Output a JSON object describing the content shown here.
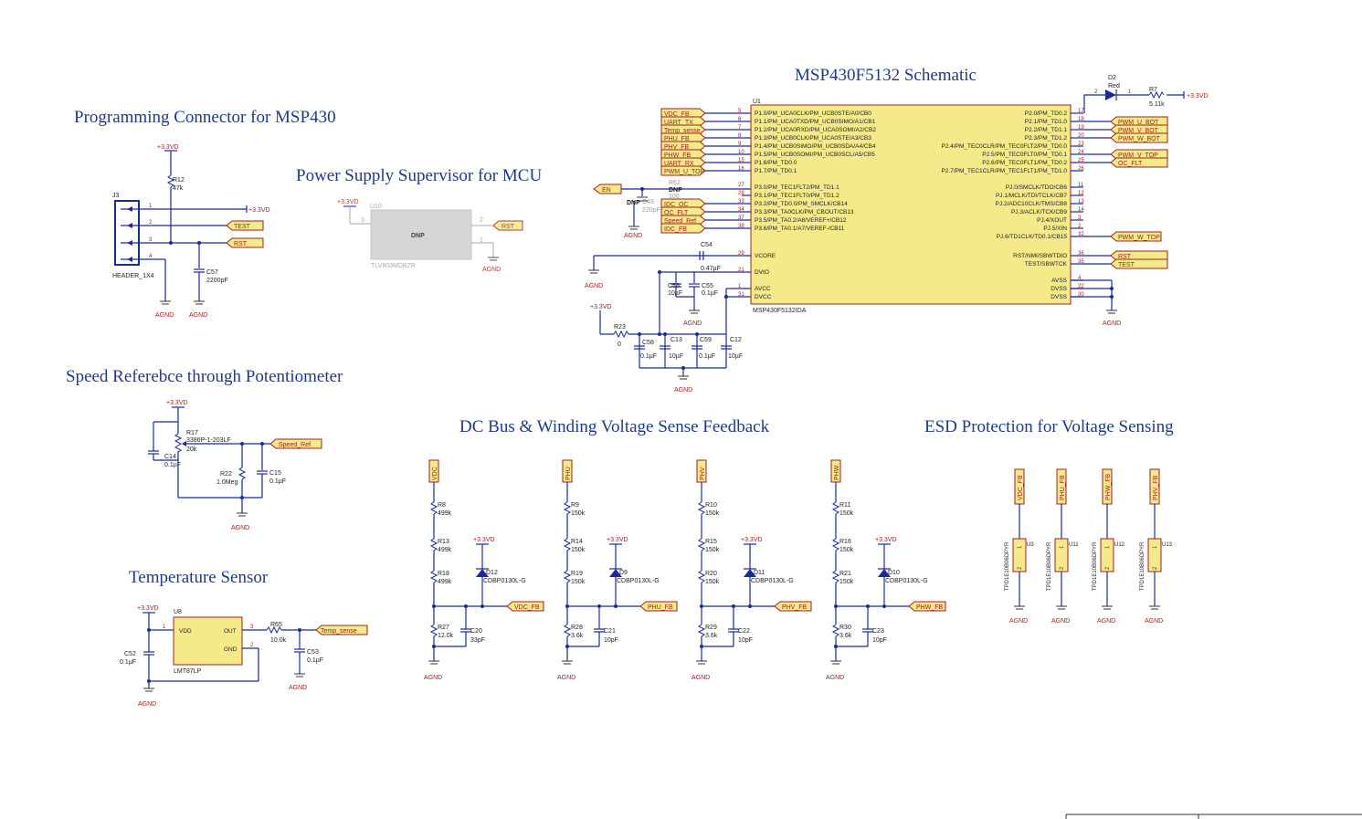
{
  "titles": {
    "main": "MSP430F5132 Schematic",
    "prog": "Programming Connector for MSP430",
    "supervisor": "Power Supply Supervisor for MCU",
    "speed": "Speed Referebce through Potentiometer",
    "temp": "Temperature Sensor",
    "dcbus": "DC Bus & Winding Voltage Sense Feedback",
    "esd": "ESD Protection for Voltage Sensing"
  },
  "power": {
    "v33": "+3.3VD",
    "agnd": "AGND"
  },
  "mcu": {
    "ref": "U1",
    "part": "MSP430F5132IDA",
    "left_pins": [
      {
        "num": "5",
        "name": "P1.0/PM_UCA0CLK/PM_UCB0STE/A0/CB0",
        "net": "VDC_FB"
      },
      {
        "num": "6",
        "name": "P1.1/PM_UCA0TXD/PM_UCB0SIMO/A1/CB1",
        "net": "UART_TX"
      },
      {
        "num": "7",
        "name": "P1.2/PM_UCA0RXD/PM_UCA0SOMI/A2/CB2",
        "net": "Temp_sense"
      },
      {
        "num": "8",
        "name": "P1.3/PM_UCB0CLK/PM_UCA0STE/A3/CB3",
        "net": "PHU_FB"
      },
      {
        "num": "9",
        "name": "P1.4/PM_UCB0SIMO/PM_UCB0SDA/A4/CB4",
        "net": "PHV_FB"
      },
      {
        "num": "10",
        "name": "P1.5/PM_UCB0SOMI/PM_UCB0SCL/A5/CB5",
        "net": "PHW_FB"
      },
      {
        "num": "15",
        "name": "P1.6/PM_TD0.0",
        "net": "UART_RX"
      },
      {
        "num": "16",
        "name": "P1.7/PM_TD0.1",
        "net": "PWM_U_TOP"
      },
      {
        "num": "27",
        "name": "P3.0/PM_TEC1FLT2/PM_TD1.1",
        "net": "EN"
      },
      {
        "num": "28",
        "name": "P3.1/PM_TEC1FLT0/PM_TD1.2",
        "net": ""
      },
      {
        "num": "33",
        "name": "P3.2/PM_TD0.0/PM_SMCLK/CB14",
        "net": "IDC_OC"
      },
      {
        "num": "34",
        "name": "P3.3/PM_TA0CLK/PM_CBOUT/CB13",
        "net": "OC_FLT"
      },
      {
        "num": "37",
        "name": "P3.5/PM_TA0.2/A8/VEREF+/CB12",
        "net": "Speed_Ref"
      },
      {
        "num": "38",
        "name": "P3.6/PM_TA0.1/A7/VEREF-/CB11",
        "net": "IDC_FB"
      },
      {
        "num": "29",
        "name": "VCORE",
        "net": ""
      },
      {
        "num": "21",
        "name": "DVIO",
        "net": ""
      },
      {
        "num": "1",
        "name": "AVCC",
        "net": ""
      },
      {
        "num": "31",
        "name": "DVCC",
        "net": ""
      }
    ],
    "right_pins": [
      {
        "num": "17",
        "name": "P2.0/PM_TD0.2",
        "net": ""
      },
      {
        "num": "18",
        "name": "P2.1/PM_TD1.0",
        "net": "PWM_U_BOT"
      },
      {
        "num": "19",
        "name": "P2.2/PM_TD1.1",
        "net": "PWM_V_BOT"
      },
      {
        "num": "20",
        "name": "P2.3/PM_TD1.2",
        "net": "PWM_W_BOT"
      },
      {
        "num": "23",
        "name": "P2.4/PM_TEC0CLR/PM_TEC0FLT2/PM_TD0.0",
        "net": ""
      },
      {
        "num": "24",
        "name": "P2.5/PM_TEC0FLT0/PM_TD0.1",
        "net": "PWM_V_TOP"
      },
      {
        "num": "25",
        "name": "P2.6/PM_TEC0FLT1/PM_TD0.2",
        "net": "OC_FLT"
      },
      {
        "num": "26",
        "name": "P2.7/PM_TEC1CLR/PM_TEC1FLT1/PM_TD1.0",
        "net": ""
      },
      {
        "num": "11",
        "name": "PJ.0/SMCLK/TDO/CB6",
        "net": ""
      },
      {
        "num": "12",
        "name": "PJ.1/MCLK/TDI/TCLK/CB7",
        "net": ""
      },
      {
        "num": "13",
        "name": "PJ.2/ADC10CLK/TMS/CB8",
        "net": ""
      },
      {
        "num": "14",
        "name": "PJ.3/ACLK/TCK/CB9",
        "net": ""
      },
      {
        "num": "3",
        "name": "PJ.4/XOUT",
        "net": ""
      },
      {
        "num": "2",
        "name": "PJ.5/XIN",
        "net": ""
      },
      {
        "num": "32",
        "name": "PJ.6/TD1CLK/TD0.1/CB15",
        "net": "PWM_W_TOP"
      },
      {
        "num": "36",
        "name": "RST/NMI/SBWTDIO",
        "net": "RST"
      },
      {
        "num": "35",
        "name": "TEST/SBWTCK",
        "net": "TEST"
      },
      {
        "num": "4",
        "name": "AVSS",
        "net": ""
      },
      {
        "num": "22",
        "name": "DVSS",
        "net": ""
      },
      {
        "num": "30",
        "name": "DVSS",
        "net": ""
      }
    ]
  },
  "led": {
    "ref": "D2",
    "color": "Red",
    "pin_a": "2",
    "pin_k": "1",
    "r_ref": "R7",
    "r_val": "5.11k"
  },
  "prog": {
    "conn_ref": "J3",
    "conn_part": "HEADER_1X4",
    "pins": [
      "1",
      "2",
      "3",
      "4"
    ],
    "r_ref": "R12",
    "r_val": "47k",
    "c_ref": "C57",
    "c_val": "2200pF",
    "net_test": "TEST",
    "net_rst": "RST"
  },
  "supervisor": {
    "ref": "U10",
    "part": "TLV803MDBZR",
    "dnp": "DNP",
    "pins": [
      "3",
      "2",
      "1"
    ],
    "net": "RST"
  },
  "en": {
    "net": "EN",
    "r_ref": "R62",
    "r_val": "100",
    "dnp": "DNP",
    "c_ref": "C49",
    "c_val": "220pF"
  },
  "decoupling": {
    "c54": {
      "ref": "C54",
      "val": "0.47µF"
    },
    "c56": {
      "ref": "C56",
      "val": "10µF"
    },
    "c55": {
      "ref": "C55",
      "val": "0.1µF"
    },
    "r23": {
      "ref": "R23",
      "val": "0"
    },
    "c58": {
      "ref": "C58",
      "val": "0.1µF"
    },
    "c13": {
      "ref": "C13",
      "val": "10µF"
    },
    "c59": {
      "ref": "C59",
      "val": "0.1µF"
    },
    "c12": {
      "ref": "C12",
      "val": "10µF"
    }
  },
  "speed": {
    "pot_ref": "R17",
    "pot_part": "3386P-1-203LF",
    "pot_val": "20k",
    "c14": {
      "ref": "C14",
      "val": "0.1µF"
    },
    "r22": {
      "ref": "R22",
      "val": "1.0Meg"
    },
    "c15": {
      "ref": "C15",
      "val": "0.1µF"
    },
    "net": "Speed_Ref"
  },
  "temp": {
    "ic_ref": "U8",
    "ic_part": "LMT87LP",
    "pins": [
      {
        "num": "1",
        "name": "VDD"
      },
      {
        "num": "3",
        "name": "OUT"
      },
      {
        "num": "2",
        "name": "GND"
      }
    ],
    "c52": {
      "ref": "C52",
      "val": "0.1µF"
    },
    "r65": {
      "ref": "R65",
      "val": "10.0k"
    },
    "c53": {
      "ref": "C53",
      "val": "0.1µF"
    },
    "net": "Temp_sense"
  },
  "sense": [
    {
      "in": "VDC",
      "out": "VDC_FB",
      "r1": {
        "ref": "R8",
        "val": "499k"
      },
      "r2": {
        "ref": "R13",
        "val": "499k"
      },
      "r3": {
        "ref": "R18",
        "val": "499k"
      },
      "rb": {
        "ref": "R27",
        "val": "12.0k"
      },
      "c": {
        "ref": "C20",
        "val": "33pF"
      },
      "d": {
        "ref": "D12",
        "val": "CDBP0130L-G"
      }
    },
    {
      "in": "PHU",
      "out": "PHU_FB",
      "r1": {
        "ref": "R9",
        "val": "150k"
      },
      "r2": {
        "ref": "R14",
        "val": "150k"
      },
      "r3": {
        "ref": "R19",
        "val": "150k"
      },
      "rb": {
        "ref": "R28",
        "val": "3.6k"
      },
      "c": {
        "ref": "C21",
        "val": "10pF"
      },
      "d": {
        "ref": "D9",
        "val": "CDBP0130L-G"
      }
    },
    {
      "in": "PHV",
      "out": "PHV_FB",
      "r1": {
        "ref": "R10",
        "val": "150k"
      },
      "r2": {
        "ref": "R15",
        "val": "150k"
      },
      "r3": {
        "ref": "R20",
        "val": "150k"
      },
      "rb": {
        "ref": "R29",
        "val": "3.6k"
      },
      "c": {
        "ref": "C22",
        "val": "10pF"
      },
      "d": {
        "ref": "D11",
        "val": "CDBP0130L-G"
      }
    },
    {
      "in": "PHW",
      "out": "PHW_FB",
      "r1": {
        "ref": "R11",
        "val": "150k"
      },
      "r2": {
        "ref": "R16",
        "val": "150k"
      },
      "r3": {
        "ref": "R21",
        "val": "150k"
      },
      "rb": {
        "ref": "R30",
        "val": "3.6k"
      },
      "c": {
        "ref": "C23",
        "val": "10pF"
      },
      "d": {
        "ref": "D10",
        "val": "CDBP0130L-G"
      }
    }
  ],
  "esd": [
    {
      "net": "VDC_FB",
      "part": "TPD1E10B06DPYR",
      "ref": "U3"
    },
    {
      "net": "PHU_FB",
      "part": "TPD1E10B06DPYR",
      "ref": "U11"
    },
    {
      "net": "PHW_FB",
      "part": "TPD1E10B06DPYR",
      "ref": "U12"
    },
    {
      "net": "PHV_FB",
      "part": "TPD1E10B06DPYR",
      "ref": "U13"
    }
  ],
  "esd_pins": [
    "1",
    "2"
  ]
}
